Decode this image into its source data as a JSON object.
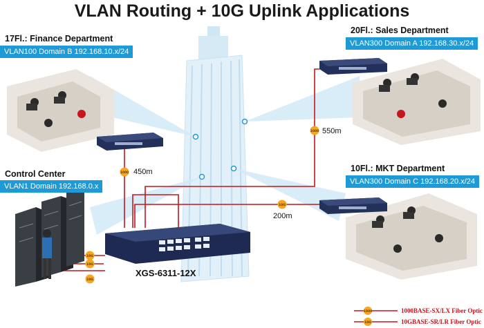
{
  "title": "VLAN Routing + 10G Uplink Applications",
  "departments": {
    "finance": {
      "name": "17Fl.: Finance Department",
      "vlan": "VLAN100 Domain B 192.168.10.x/24"
    },
    "sales": {
      "name": "20Fl.: Sales Department",
      "vlan": "VLAN300 Domain A 192.168.30.x/24"
    },
    "control": {
      "name": "Control Center",
      "vlan": "VLAN1 Domain 192.168.0.x"
    },
    "mkt": {
      "name": "10Fl.: MKT Department",
      "vlan": "VLAN300 Domain C 192.168.20.x/24"
    }
  },
  "links": {
    "finance_distance": "450m",
    "sales_distance": "550m",
    "mkt_distance": "200m",
    "badge_1000": "1000",
    "badge_10g": "10G"
  },
  "core_switch": {
    "model": "XGS-6311-12X"
  },
  "legend": {
    "fiber_1g": "1000BASE-SX/LX Fiber Optic",
    "fiber_10g": "10GBASE-SR/LR Fiber Optic"
  },
  "colors": {
    "fiber": "#c4161c",
    "badge": "#f5a623",
    "label_bg": "#1e9ad6",
    "switch": "#23305a"
  }
}
